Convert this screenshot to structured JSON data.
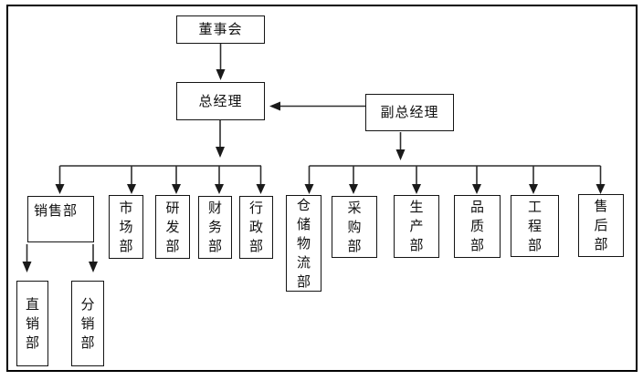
{
  "diagram": {
    "type": "org-chart",
    "nodes": {
      "chairman": {
        "label": "董事会"
      },
      "general_manager": {
        "label": "总经理"
      },
      "deputy_general_manager": {
        "label": "副总经理"
      },
      "sales": {
        "label": "销售部"
      },
      "marketing": {
        "label": "市场部"
      },
      "research": {
        "label": "研发部"
      },
      "finance": {
        "label": "财务部"
      },
      "administration": {
        "label": "行政部"
      },
      "warehouse_logistics": {
        "label": "仓储物流部"
      },
      "purchasing": {
        "label": "采购部"
      },
      "production": {
        "label": "生产部"
      },
      "quality": {
        "label": "品质部"
      },
      "engineering": {
        "label": "工程部"
      },
      "after_sales": {
        "label": "售后部"
      },
      "direct_sales": {
        "label": "直销部"
      },
      "distribution_sales": {
        "label": "分销部"
      }
    },
    "edges": [
      {
        "from": "chairman",
        "to": "general_manager"
      },
      {
        "from": "deputy_general_manager",
        "to": "general_manager"
      },
      {
        "from": "general_manager",
        "to": "sales"
      },
      {
        "from": "general_manager",
        "to": "marketing"
      },
      {
        "from": "general_manager",
        "to": "research"
      },
      {
        "from": "general_manager",
        "to": "finance"
      },
      {
        "from": "general_manager",
        "to": "administration"
      },
      {
        "from": "deputy_general_manager",
        "to": "warehouse_logistics"
      },
      {
        "from": "deputy_general_manager",
        "to": "purchasing"
      },
      {
        "from": "deputy_general_manager",
        "to": "production"
      },
      {
        "from": "deputy_general_manager",
        "to": "quality"
      },
      {
        "from": "deputy_general_manager",
        "to": "engineering"
      },
      {
        "from": "deputy_general_manager",
        "to": "after_sales"
      },
      {
        "from": "sales",
        "to": "direct_sales"
      },
      {
        "from": "sales",
        "to": "distribution_sales"
      }
    ],
    "colors": {
      "background": "#ffffff",
      "box_border": "#141414",
      "line": "#2e2e2e",
      "text": "#111111"
    }
  }
}
